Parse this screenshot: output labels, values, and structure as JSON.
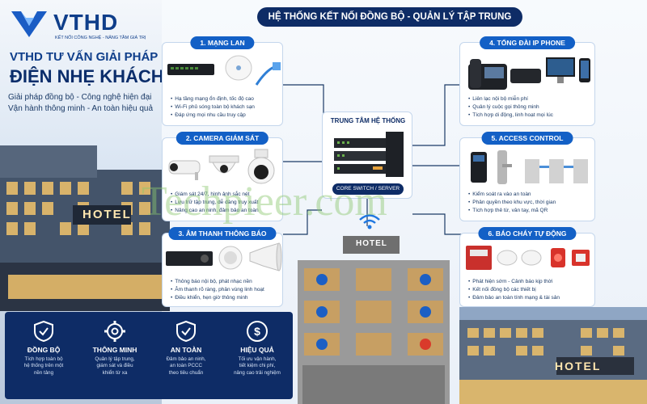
{
  "brand": {
    "name": "VTHD",
    "tagline": "KẾT NỐI CÔNG NGHỆ - NÂNG TẦM GIÁ TRỊ"
  },
  "hero": {
    "line1": "VTHD TƯ VẤN GIẢI PHÁP",
    "line2": "ĐIỆN NHẸ KHÁCH SẠN",
    "sub1": "Giải pháp đồng bộ - Công nghệ hiện đại",
    "sub2": "Vận hành thông minh - An toàn hiệu quả"
  },
  "header": "HỆ THỐNG KẾT NỐI ĐỒNG BỘ - QUẢN LÝ TẬP TRUNG",
  "center": {
    "title": "TRUNG TÂM HỆ THỐNG",
    "sub": "CORE SWITCH / SERVER"
  },
  "hotel_sign": "HOTEL",
  "panels": {
    "lan": {
      "title": "1. MẠNG LAN",
      "items": [
        "Hạ tầng mạng ổn định, tốc độ cao",
        "Wi-Fi phủ sóng toàn bộ khách sạn",
        "Đáp ứng mọi nhu cầu truy cập"
      ]
    },
    "camera": {
      "title": "2. CAMERA GIÁM SÁT",
      "items": [
        "Giám sát 24/7, hình ảnh sắc nét",
        "Lưu trữ tập trung, dễ dàng truy xuất",
        "Nâng cao an ninh, đảm bảo an toàn"
      ]
    },
    "audio": {
      "title": "3. ÂM THANH THÔNG BÁO",
      "items": [
        "Thông báo nội bộ, phát nhạc nền",
        "Âm thanh rõ ràng, phân vùng linh hoạt",
        "Điều khiển, hẹn giờ thông minh"
      ]
    },
    "ipphone": {
      "title": "4. TỔNG ĐÀI IP PHONE",
      "items": [
        "Liên lạc nội bộ miễn phí",
        "Quản lý cuộc gọi thông minh",
        "Tích hợp di động, linh hoạt mọi lúc"
      ]
    },
    "access": {
      "title": "5. ACCESS CONTROL",
      "items": [
        "Kiểm soát ra vào an toàn",
        "Phân quyền theo khu vực, thời gian",
        "Tích hợp thẻ từ, vân tay, mã QR"
      ]
    },
    "fire": {
      "title": "6. BÁO CHÁY TỰ ĐỘNG",
      "items": [
        "Phát hiện sớm - Cảnh báo kịp thời",
        "Kết nối đồng bộ các thiết bị",
        "Đảm bảo an toàn tính mạng & tài sản"
      ]
    }
  },
  "features": [
    {
      "icon": "shield-icon",
      "title": "ĐỒNG BỘ",
      "desc": [
        "Tích hợp toàn bộ",
        "hệ thống trên một",
        "nền tảng"
      ]
    },
    {
      "icon": "gear-icon",
      "title": "THÔNG MINH",
      "desc": [
        "Quản lý tập trung,",
        "giám sát và điều",
        "khiển từ xa"
      ]
    },
    {
      "icon": "shield-check-icon",
      "title": "AN TOÀN",
      "desc": [
        "Đảm bảo an ninh,",
        "an toàn PCCC",
        "theo tiêu chuẩn"
      ]
    },
    {
      "icon": "dollar-icon",
      "title": "HIỆU QUẢ",
      "desc": [
        "Tối ưu vận hành,",
        "tiết kiệm chi phí,",
        "nâng cao trải nghiệm"
      ]
    }
  ],
  "watermark": "Techpieer.com",
  "colors": {
    "navy": "#0e2c66",
    "blue": "#1360c6",
    "accent": "#1f77e0"
  }
}
